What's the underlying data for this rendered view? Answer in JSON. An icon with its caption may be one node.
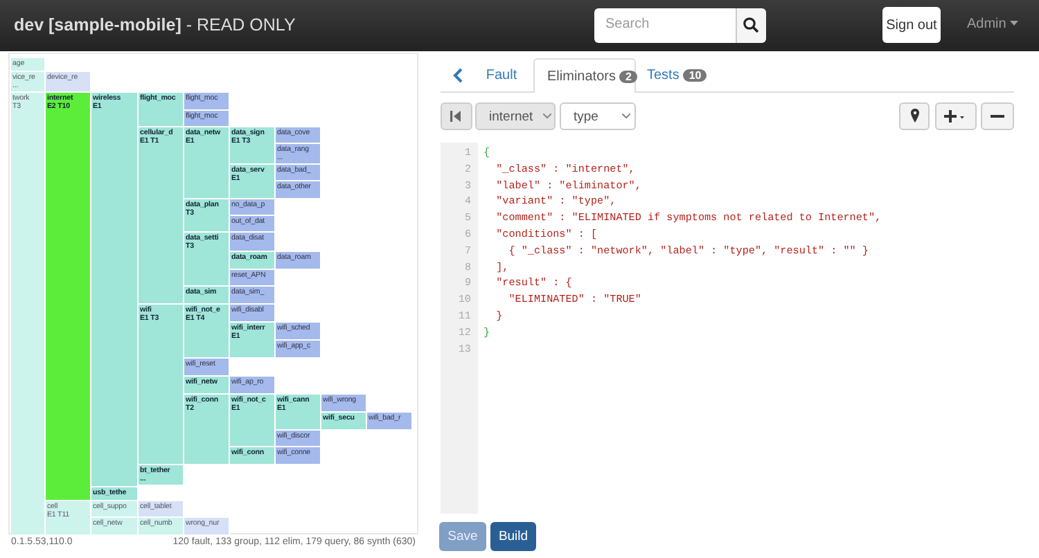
{
  "diagram": {
    "title": "**dev [sample-mobile]** - READ ONLY",
    "nodes": [
      {
        "text": [
          "age"
        ]
      },
      {
        "text": [
          "vice_re",
          "..."
        ]
      },
      {
        "text": [
          "device_re"
        ]
      },
      {
        "text": [
          "twork",
          "T3"
        ]
      },
      {
        "text": [
          "internet",
          "E2 T10"
        ]
      },
      {
        "text": [
          "wireless",
          "E1"
        ]
      },
      {
        "text": [
          "flight_moc"
        ]
      },
      {
        "text": [
          "flight_moc"
        ]
      },
      {
        "text": [
          "flight_moc"
        ]
      },
      {
        "text": [
          "cellular_d",
          "E1 T1"
        ]
      },
      {
        "text": [
          "data_netw",
          "E1"
        ]
      },
      {
        "text": [
          "data_sign",
          "E1 T3"
        ]
      },
      {
        "text": [
          "data_cove"
        ]
      },
      {
        "text": [
          "data_rang",
          "..."
        ]
      },
      {
        "text": [
          "data_serv",
          "E1"
        ]
      },
      {
        "text": [
          "data_bad_"
        ]
      },
      {
        "text": [
          "data_other"
        ]
      },
      {
        "text": [
          "data_plan",
          "T3"
        ]
      },
      {
        "text": [
          "no_data_p"
        ]
      },
      {
        "text": [
          "out_of_dat"
        ]
      },
      {
        "text": [
          "data_setti",
          "T3"
        ]
      },
      {
        "text": [
          "data_disat"
        ]
      },
      {
        "text": [
          "data_roam"
        ]
      },
      {
        "text": [
          "data_roam"
        ]
      },
      {
        "text": [
          "reset_APN"
        ]
      },
      {
        "text": [
          "data_sim"
        ]
      },
      {
        "text": [
          "data_sim_"
        ]
      },
      {
        "text": [
          "wifi",
          "E1 T3"
        ]
      },
      {
        "text": [
          "wifi_not_e",
          "E1 T4"
        ]
      },
      {
        "text": [
          "wifi_disabl"
        ]
      },
      {
        "text": [
          "wifi_interr",
          "E1"
        ]
      },
      {
        "text": [
          "wifi_sched"
        ]
      },
      {
        "text": [
          "wifi_app_c"
        ]
      },
      {
        "text": [
          "wifi_reset"
        ]
      },
      {
        "text": [
          "wifi_netw"
        ]
      },
      {
        "text": [
          "wifi_ap_ro"
        ]
      },
      {
        "text": [
          "wifi_conn",
          "T2"
        ]
      },
      {
        "text": [
          "wifi_not_c",
          "E1"
        ]
      },
      {
        "text": [
          "wifi_cann",
          "E1"
        ]
      },
      {
        "text": [
          "wifi_wrong"
        ]
      },
      {
        "text": [
          "wifi_secu"
        ]
      },
      {
        "text": [
          "wifi_bad_r"
        ]
      },
      {
        "text": [
          "wifi_discor"
        ]
      },
      {
        "text": [
          "wifi_conn"
        ]
      },
      {
        "text": [
          "wifi_conne"
        ]
      },
      {
        "text": [
          "bt_tether",
          "..."
        ]
      },
      {
        "text": [
          "usb_tethe"
        ]
      },
      {
        "text": [
          "cell",
          "E1 T11"
        ]
      },
      {
        "text": [
          "cell_suppo"
        ]
      },
      {
        "text": [
          "cell_tablet"
        ]
      },
      {
        "text": [
          "cell_netw"
        ]
      },
      {
        "text": [
          "cell_numb"
        ]
      },
      {
        "text": [
          "wrong_nur"
        ]
      }
    ],
    "labels": [
      "Search",
      "Sign out",
      "Admin",
      "Fault",
      "Eliminators",
      "2",
      "Tests",
      "10",
      "internet",
      "type",
      "1",
      "{",
      "2",
      "  \"_class\" : \"internet\",",
      "3",
      "  \"label\" : \"eliminator\",",
      "4",
      "  \"variant\" : \"type\",",
      "5",
      "  \"comment\" : \"ELIMINATED if symptoms not related to Internet\",",
      "6",
      "  \"conditions\" : [",
      "7",
      "    { \"_class\" : \"network\", \"label\" : \"type\", \"result\" : \"\" }",
      "8",
      "  ],",
      "9",
      "  \"result\" : {",
      "10",
      "    \"ELIMINATED\" : \"TRUE\"",
      "11",
      "  }",
      "12",
      "}",
      "13",
      "0.1.5.53,110.0",
      "120 fault, 133 group, 112 elim, 179 query, 86 synth (630)",
      "Save",
      "Build"
    ]
  }
}
